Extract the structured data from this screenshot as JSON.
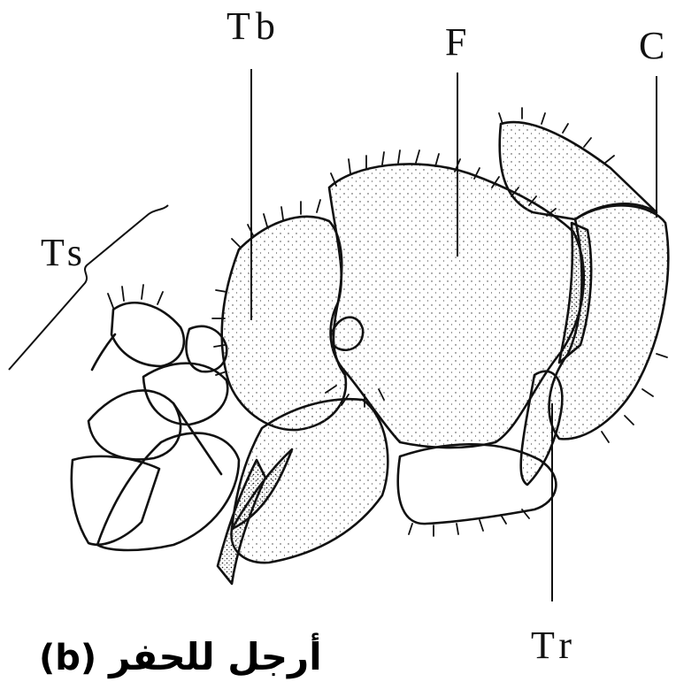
{
  "labels": {
    "tibia": "Tb",
    "femur": "F",
    "coxa": "C",
    "tarsus": "Ts",
    "trochanter": "Tr"
  },
  "caption": {
    "letter": "(b)",
    "arabic": "أرجل للحفر"
  },
  "colors": {
    "ink": "#111111",
    "background": "#ffffff"
  }
}
